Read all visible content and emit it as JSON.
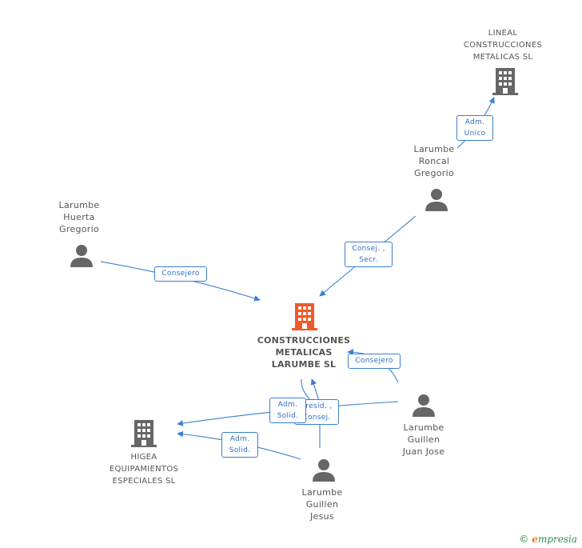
{
  "nodes": {
    "center": {
      "label": "CONSTRUCCIONES\nMETALICAS\nLARUMBE SL",
      "color": "#f05a28",
      "kind": "company"
    },
    "lineal": {
      "label": "LINEAL\nCONSTRUCCIONES\nMETALICAS  SL",
      "color": "#666666",
      "kind": "company"
    },
    "higea": {
      "label": "HIGEA\nEQUIPAMIENTOS\nESPECIALES  SL",
      "color": "#666666",
      "kind": "company"
    },
    "roncal": {
      "label": "Larumbe\nRoncal\nGregorio",
      "kind": "person"
    },
    "huerta": {
      "label": "Larumbe\nHuerta\nGregorio",
      "kind": "person"
    },
    "juanjose": {
      "label": "Larumbe\nGuillen\nJuan Jose",
      "kind": "person"
    },
    "jesus": {
      "label": "Larumbe\nGuillen\nJesus",
      "kind": "person"
    }
  },
  "edges": {
    "roncal_lineal": "Adm.\nUnico",
    "roncal_center": "Consej. ,\nSecr.",
    "huerta_center": "Consejero",
    "juanjose_center": "Consejero",
    "juanjose_center2": "Presid. ,\nConsej.",
    "juanjose_higea": "Adm.\nSolid.",
    "jesus_higea": "Adm.\nSolid."
  },
  "footer": {
    "copyright": "©",
    "brand_e": "e",
    "brand_rest": "mpresia"
  },
  "colors": {
    "edge": "#3a7fd0",
    "person": "#666666",
    "center": "#f05a28"
  }
}
